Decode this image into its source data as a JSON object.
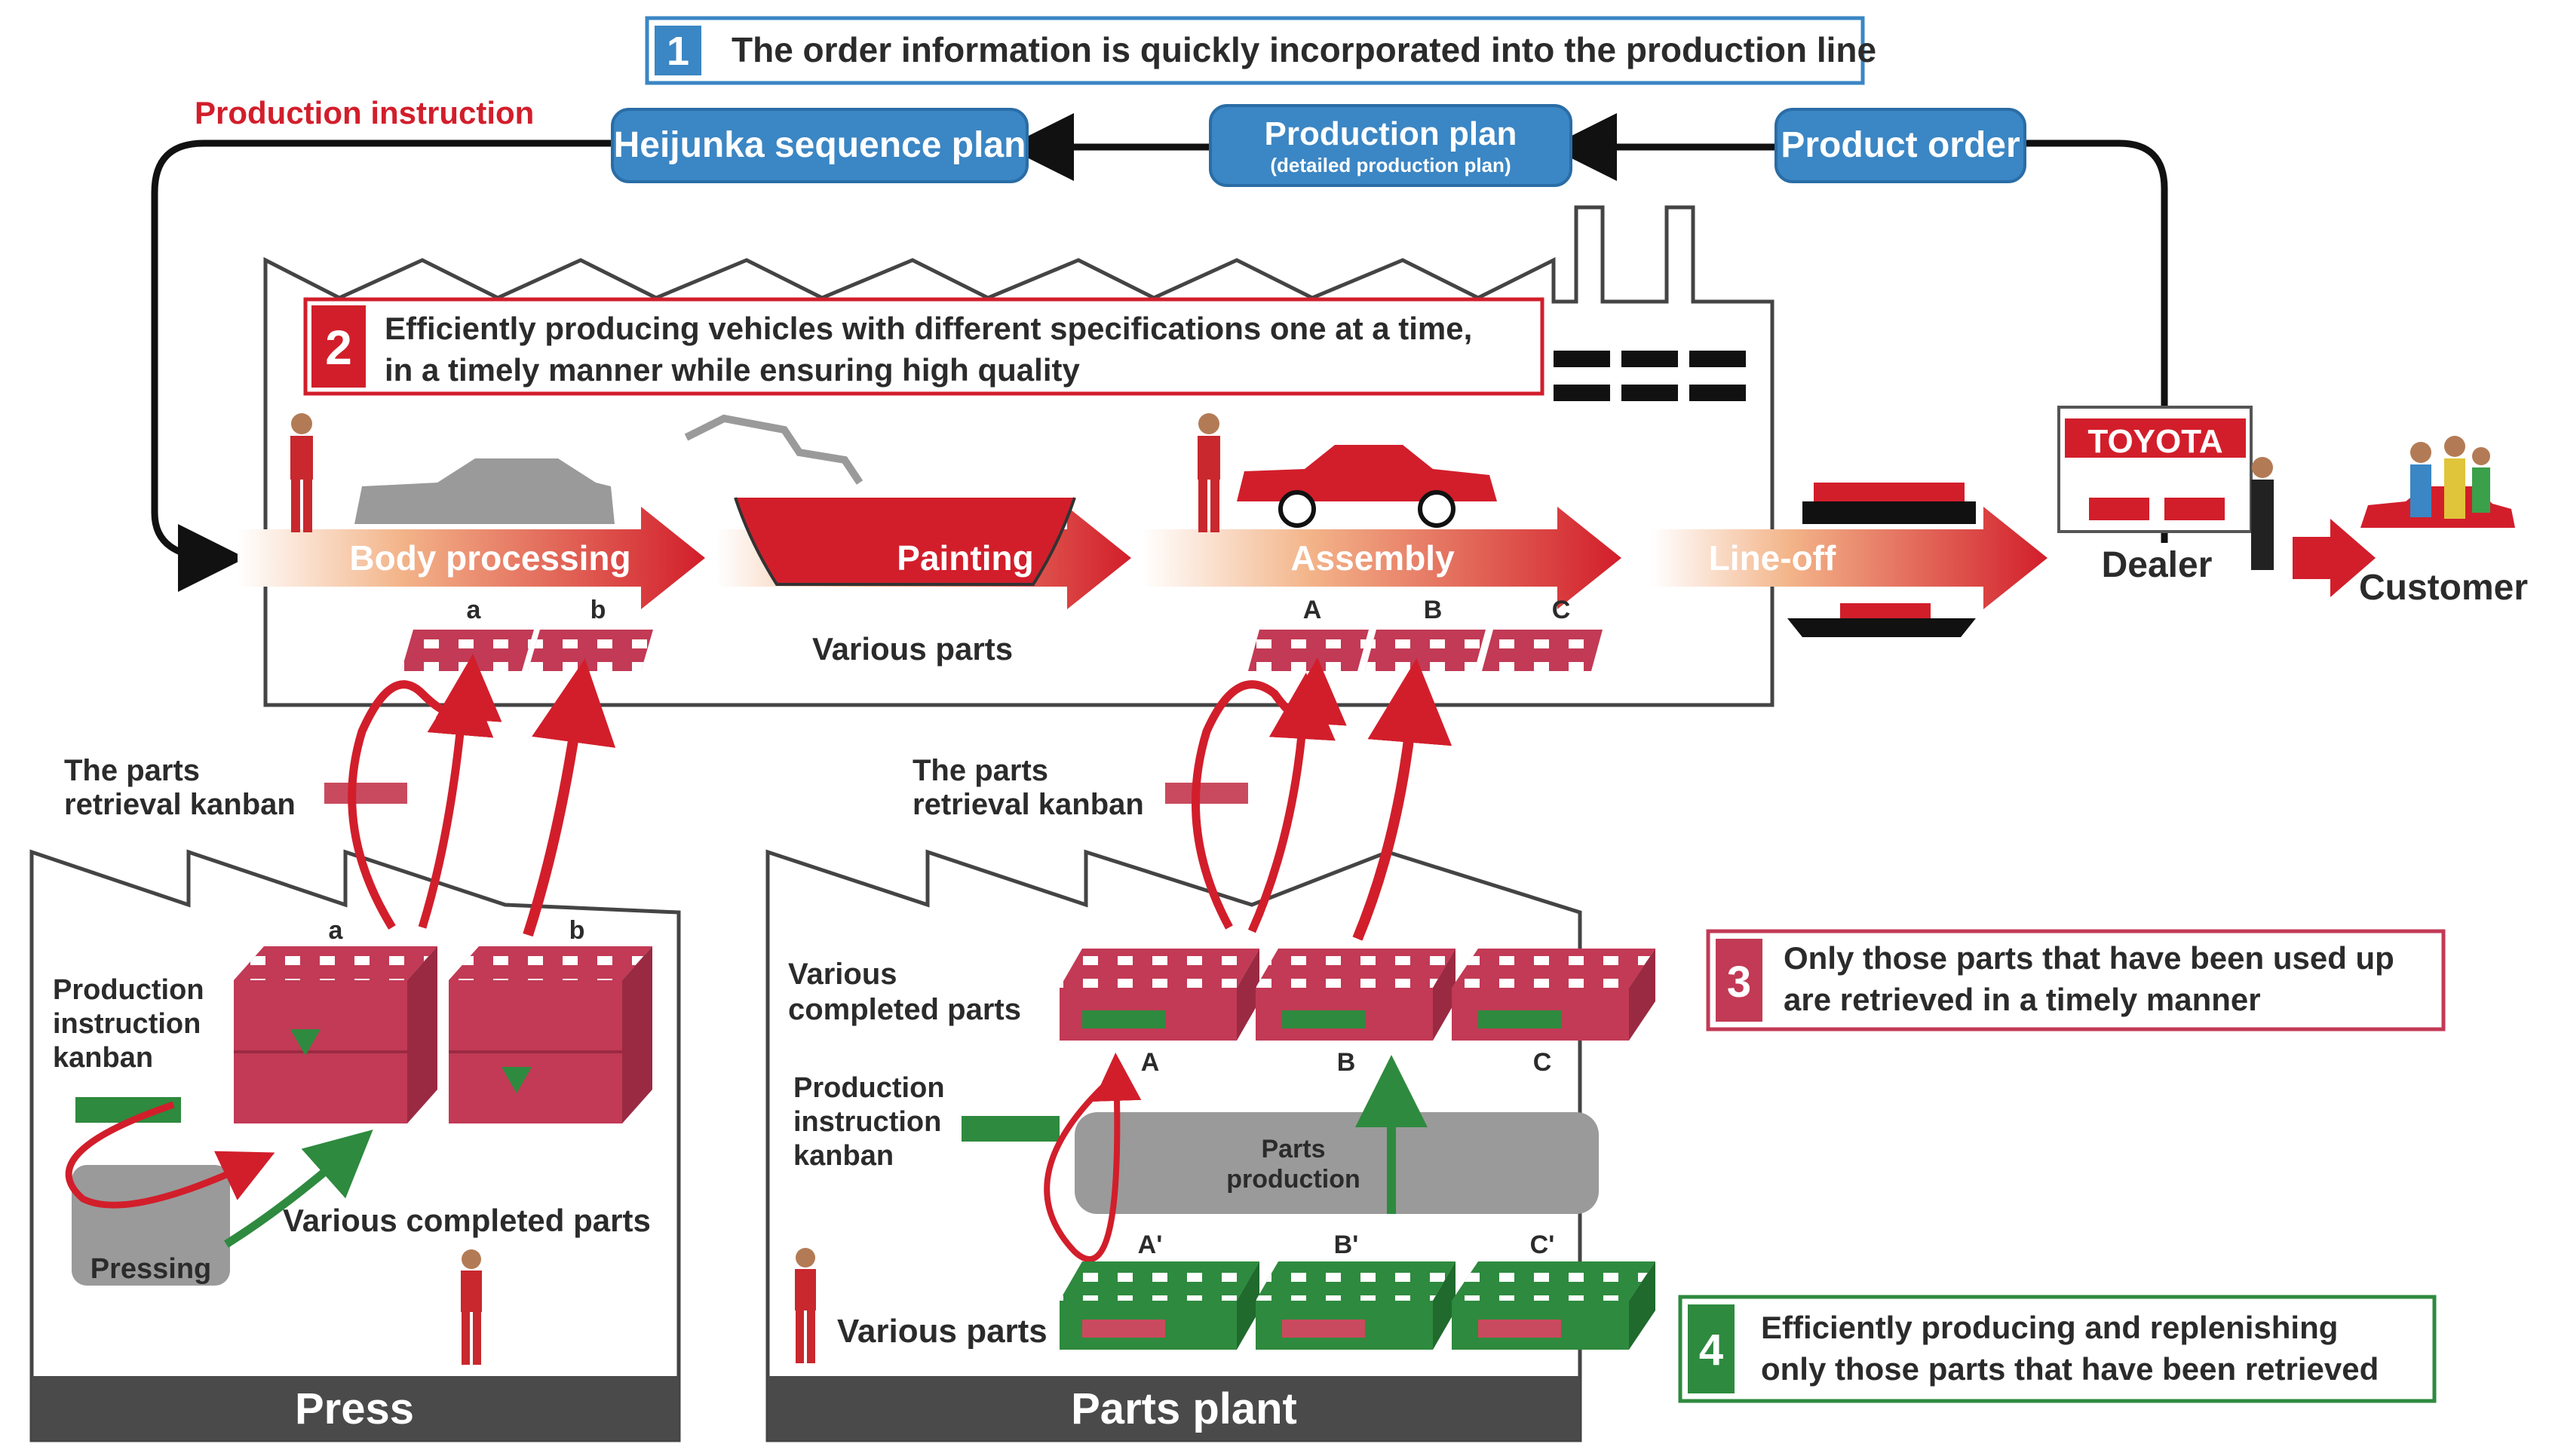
{
  "header": {
    "step1_number": "1",
    "step1_text": "The order information is quickly incorporated into the production line"
  },
  "flow": {
    "production_instruction": "Production instruction",
    "heijunka": "Heijunka sequence plan",
    "production_plan_line1": "Production plan",
    "production_plan_line2": "(detailed production plan)",
    "product_order": "Product order"
  },
  "step2": {
    "number": "2",
    "line1": "Efficiently producing vehicles with different specifications one at a time,",
    "line2": "in a timely manner while ensuring high quality"
  },
  "line": {
    "body_processing": "Body processing",
    "painting": "Painting",
    "assembly": "Assembly",
    "line_off": "Line-off",
    "various_parts": "Various parts",
    "dealer": "Dealer",
    "customer": "Customer",
    "toyota_sign": "TOYOTA"
  },
  "parts_labels": {
    "body_a": "a",
    "body_b": "b",
    "asm_A": "A",
    "asm_B": "B",
    "asm_C": "C",
    "press_a": "a",
    "press_b": "b",
    "pp_A": "A",
    "pp_B": "B",
    "pp_C": "C",
    "pp_A2": "A'",
    "pp_B2": "B'",
    "pp_C2": "C'"
  },
  "press": {
    "kanban_line1": "The parts",
    "kanban_line2": "retrieval kanban",
    "pik_line1": "Production",
    "pik_line2": "instruction",
    "pik_line3": "kanban",
    "completed": "Various completed parts",
    "pressing": "Pressing",
    "footer": "Press"
  },
  "parts_plant": {
    "kanban_line1": "The parts",
    "kanban_line2": "retrieval kanban",
    "completed_line1": "Various",
    "completed_line2": "completed parts",
    "pik_line1": "Production",
    "pik_line2": "instruction",
    "pik_line3": "kanban",
    "parts_prod_line1": "Parts",
    "parts_prod_line2": "production",
    "various_parts": "Various parts",
    "footer": "Parts plant"
  },
  "step3": {
    "number": "3",
    "line1": "Only those parts that have been used up",
    "line2": "are retrieved in a timely manner"
  },
  "step4": {
    "number": "4",
    "line1": "Efficiently producing and replenishing",
    "line2": "only those parts that have been retrieved"
  },
  "colors": {
    "red": "#d21e2b",
    "blue": "#3b86c4",
    "crimson_box": "#c23a55",
    "green": "#2e8a3e",
    "gray": "#8f8f8f"
  }
}
